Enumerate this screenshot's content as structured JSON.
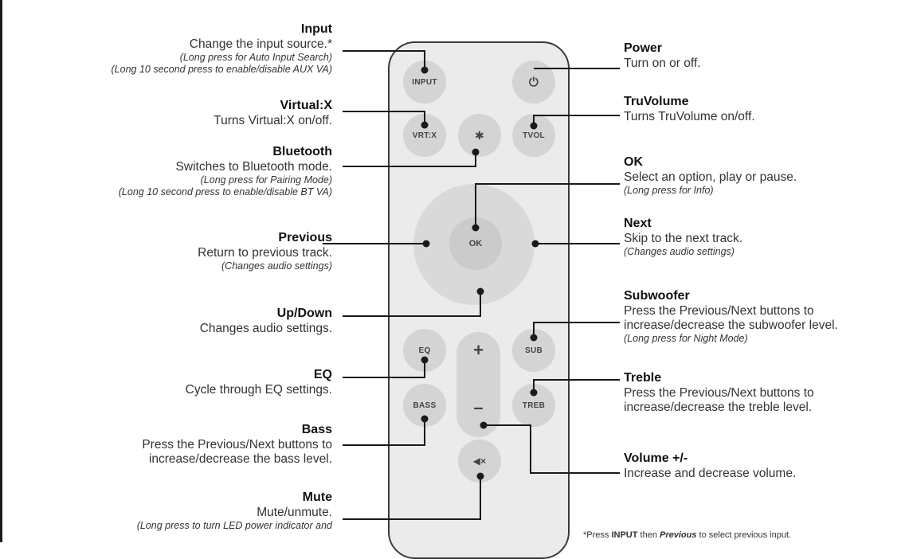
{
  "remote": {
    "buttons": {
      "input": "INPUT",
      "power": "⏻",
      "vrtx": "VRT:X",
      "bluetooth": "✱",
      "tvol": "TVOL",
      "ok": "OK",
      "plus": "+",
      "minus": "–",
      "eq": "EQ",
      "sub": "SUB",
      "bass": "BASS",
      "treb": "TREB",
      "mute": "◀×"
    }
  },
  "labels": {
    "input": {
      "title": "Input",
      "desc": "Change the input source.*",
      "note1": "(Long press for Auto Input Search)",
      "note2": "(Long 10 second press to enable/disable AUX VA)"
    },
    "virtualx": {
      "title": "Virtual:X",
      "desc": "Turns Virtual:X on/off."
    },
    "bluetooth": {
      "title": "Bluetooth",
      "desc": "Switches to Bluetooth mode.",
      "note1": "(Long press for Pairing Mode)",
      "note2": "(Long 10 second press to enable/disable BT VA)"
    },
    "previous": {
      "title": "Previous",
      "desc": "Return to previous track.",
      "note1": "(Changes audio settings)"
    },
    "updown": {
      "title": "Up/Down",
      "desc": "Changes audio settings."
    },
    "eq": {
      "title": "EQ",
      "desc": "Cycle through EQ settings."
    },
    "bass": {
      "title": "Bass",
      "desc1": "Press the Previous/Next buttons to",
      "desc2": "increase/decrease the bass level."
    },
    "mute": {
      "title": "Mute",
      "desc": "Mute/unmute.",
      "note1": "(Long press to turn LED power indicator and"
    },
    "power": {
      "title": "Power",
      "desc": "Turn on or off."
    },
    "truvolume": {
      "title": "TruVolume",
      "desc": "Turns TruVolume on/off."
    },
    "ok": {
      "title": "OK",
      "desc": "Select an option, play or pause.",
      "note1": "(Long press for Info)"
    },
    "next": {
      "title": "Next",
      "desc": "Skip to the next track.",
      "note1": "(Changes audio settings)"
    },
    "subwoofer": {
      "title": "Subwoofer",
      "desc1": "Press the Previous/Next buttons to",
      "desc2": "increase/decrease the subwoofer level.",
      "note1": "(Long press for Night Mode)"
    },
    "treble": {
      "title": "Treble",
      "desc1": "Press the Previous/Next buttons to",
      "desc2": "increase/decrease the treble level."
    },
    "volume": {
      "title": "Volume +/-",
      "desc": "Increase and decrease volume."
    }
  },
  "footnote": {
    "prefix": "*Press ",
    "input": "INPUT",
    "mid": " then ",
    "previous": "Previous",
    "suffix": " to select previous input."
  }
}
